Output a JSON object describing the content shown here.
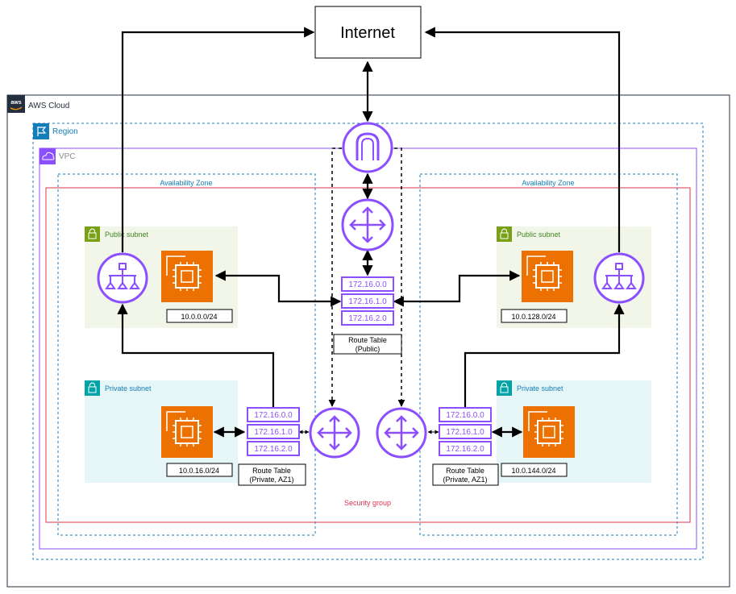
{
  "internet": {
    "label": "Internet"
  },
  "cloud": {
    "label": "AWS Cloud",
    "logo_text": "aws"
  },
  "region": {
    "label": "Region"
  },
  "vpc": {
    "label": "VPC"
  },
  "az_left": {
    "label": "Availability Zone"
  },
  "az_right": {
    "label": "Availability Zone"
  },
  "security_group": {
    "label": "Security group"
  },
  "public_subnet_left": {
    "label": "Public subnet",
    "cidr": "10.0.0.0/24"
  },
  "public_subnet_right": {
    "label": "Public subnet",
    "cidr": "10.0.128.0/24"
  },
  "private_subnet_left": {
    "label": "Private subnet",
    "cidr": "10.0.16.0/24"
  },
  "private_subnet_right": {
    "label": "Private subnet",
    "cidr": "10.0.144.0/24"
  },
  "route_table_public": {
    "entries": [
      "172.16.0.0",
      "172.16.1.0",
      "172.16.2.0"
    ],
    "caption_line1": "Route Table",
    "caption_line2": "(Public)"
  },
  "route_table_private_left": {
    "entries": [
      "172.16.0.0",
      "172.16.1.0",
      "172.16.2.0"
    ],
    "caption_line1": "Route Table",
    "caption_line2": "(Private, AZ1)"
  },
  "route_table_private_right": {
    "entries": [
      "172.16.0.0",
      "172.16.1.0",
      "172.16.2.0"
    ],
    "caption_line1": "Route Table",
    "caption_line2": "(Private, AZ1)"
  },
  "colors": {
    "purple": "#8C4FFF",
    "orange": "#ED7100",
    "region_teal": "#147EBA",
    "vpc_purple": "#8C4FFF",
    "sg_red": "#DD344C",
    "public_green": "#7AA116",
    "public_fill": "#F2F6E8",
    "private_teal": "#00A4A6",
    "private_fill": "#E6F6F7"
  },
  "icons": {
    "internet_gateway": "internet-gateway-icon",
    "router": "router-icon",
    "load_balancer": "load-balancer-icon",
    "ec2": "ec2-instance-icon",
    "lock": "lock-icon",
    "flag": "flag-icon",
    "cloud": "vpc-cloud-icon"
  }
}
